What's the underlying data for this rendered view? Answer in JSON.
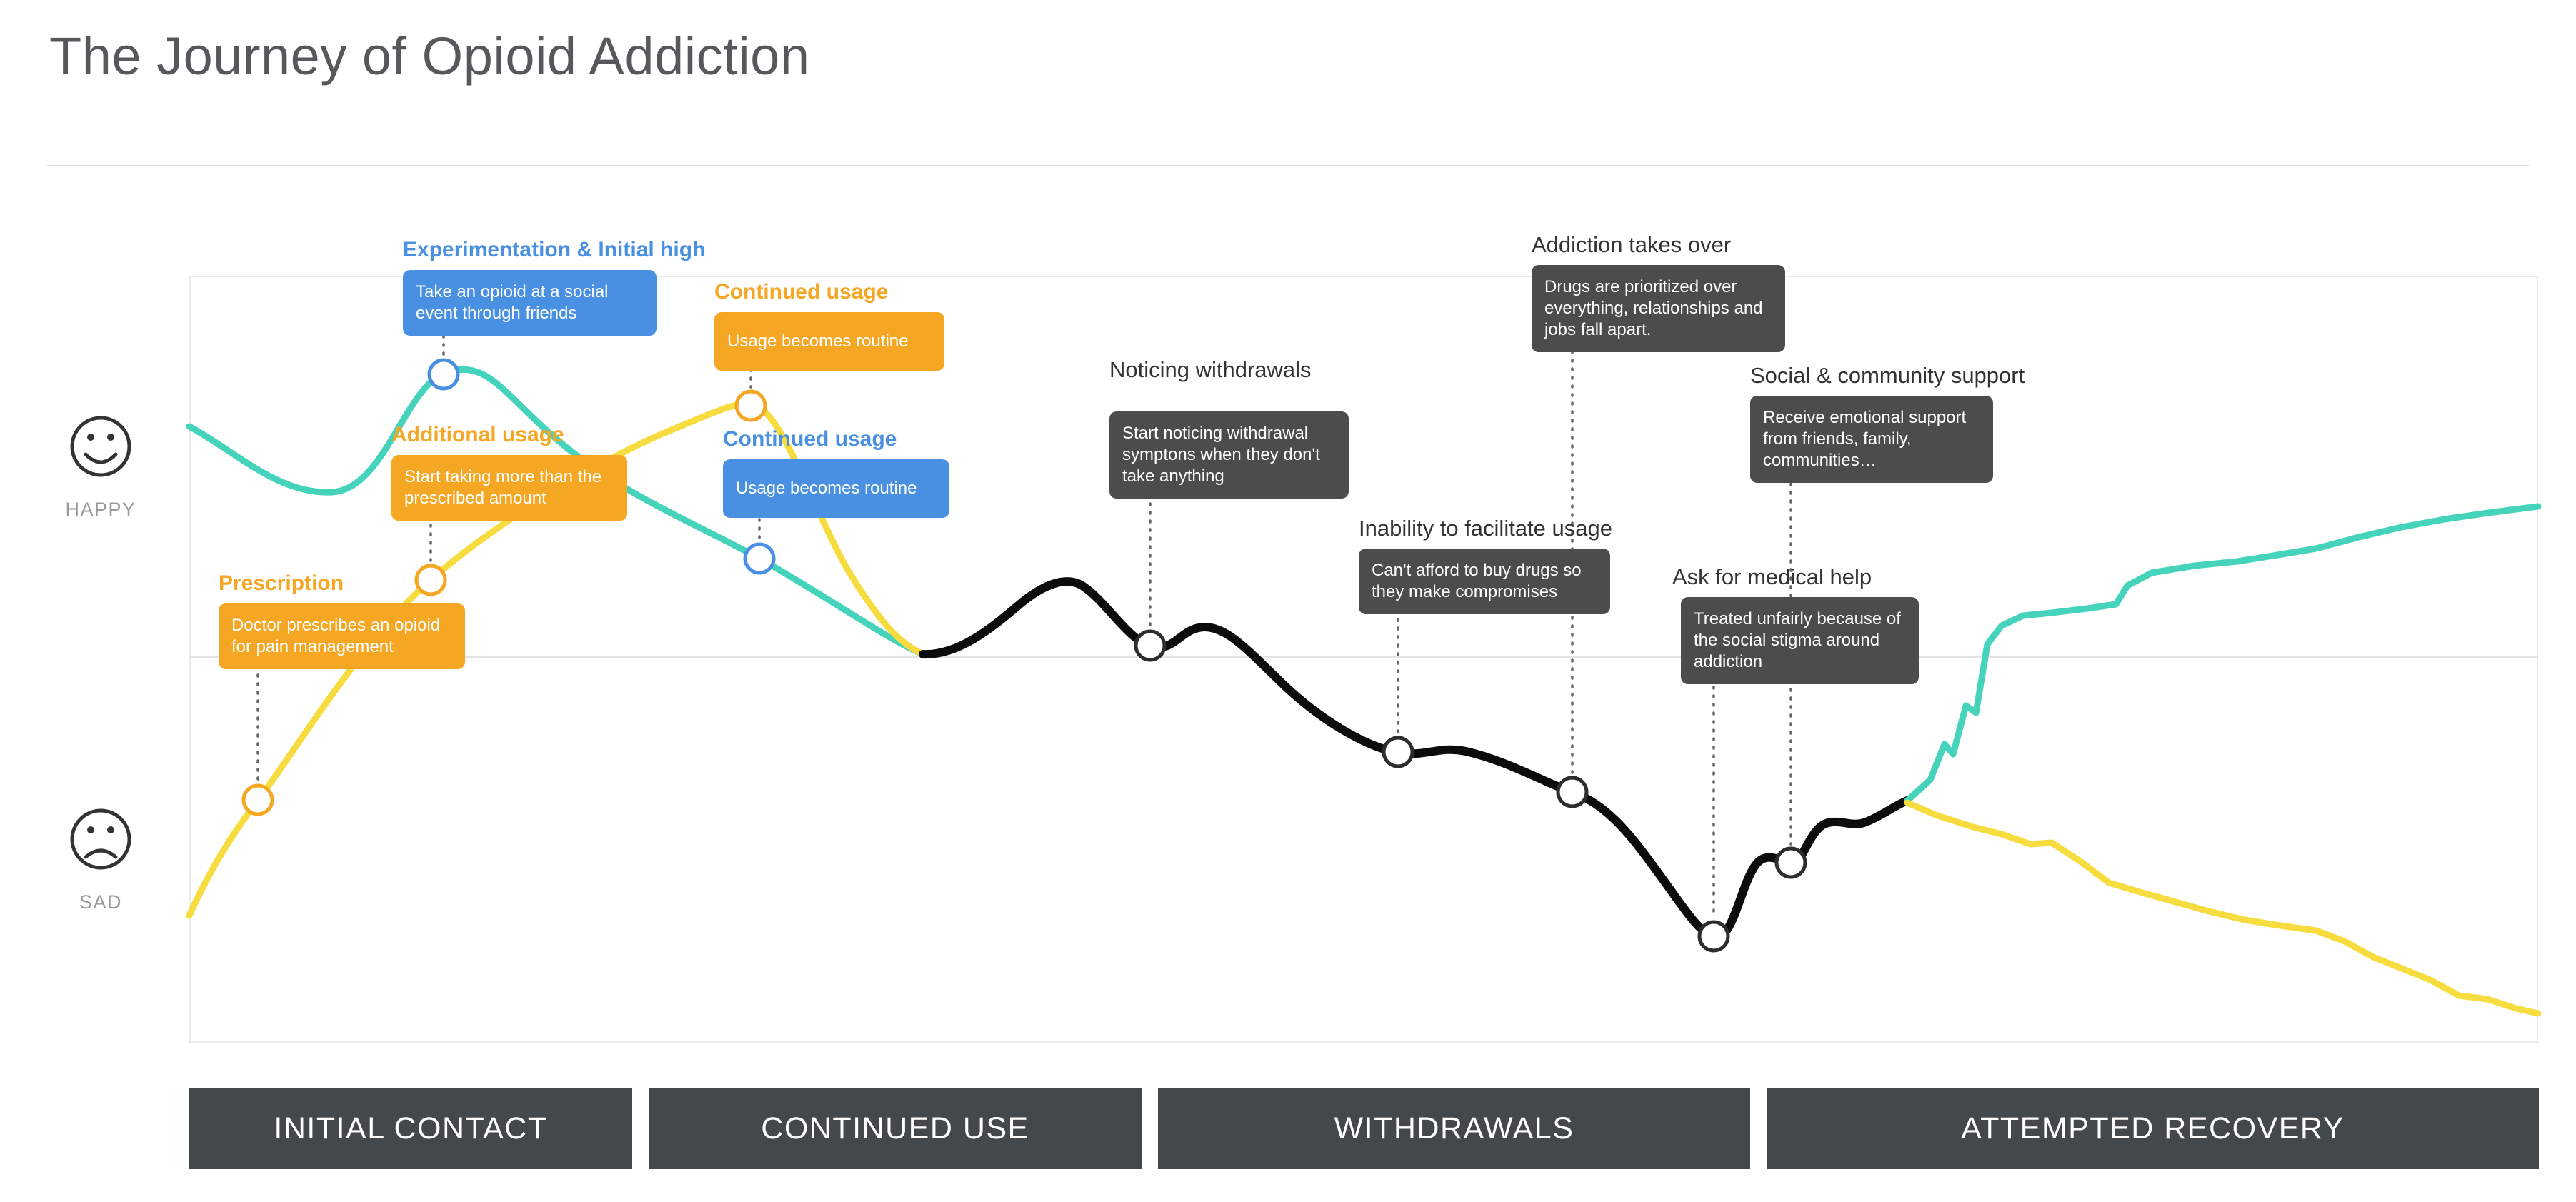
{
  "title": "The Journey of Opioid Addiction",
  "axis": {
    "happy": "HAPPY",
    "sad": "SAD"
  },
  "stages": [
    "INITIAL CONTACT",
    "CONTINUED USE",
    "WITHDRAWALS",
    "ATTEMPTED RECOVERY"
  ],
  "annotations": [
    {
      "title": "Prescription",
      "body": "Doctor prescribes an opioid for pain management",
      "theme": "orange"
    },
    {
      "title": "Additional usage",
      "body": "Start taking more than the prescribed amount",
      "theme": "orange"
    },
    {
      "title": "Experimentation & Initial high",
      "body": "Take an opioid at a social event through friends",
      "theme": "blue"
    },
    {
      "title": "Continued usage",
      "body": "Usage becomes routine",
      "theme": "orange"
    },
    {
      "title": "Continued usage",
      "body": "Usage becomes routine",
      "theme": "blue"
    },
    {
      "title": "Noticing withdrawals",
      "body": "Start noticing withdrawal symptons when they don't take anything",
      "theme": "dark"
    },
    {
      "title": "Inability to facilitate usage",
      "body": "Can't afford to buy drugs so they make compromises",
      "theme": "dark"
    },
    {
      "title": "Addiction takes over",
      "body": "Drugs are prioritized over everything, relationships and jobs fall apart.",
      "theme": "dark"
    },
    {
      "title": "Social & community support",
      "body": "Receive emotional support from friends, family, communities…",
      "theme": "dark"
    },
    {
      "title": "Ask for medical help",
      "body": "Treated unfairly because of the social stigma around addiction",
      "theme": "dark"
    }
  ],
  "colors": {
    "orange": "#F5A623",
    "blue": "#4A90E2",
    "teal": "#45D3BC",
    "yellow": "#F7DC3F",
    "black_line": "#0c0c0c",
    "dark_box": "#4c4c4c",
    "stage_bar": "#43484c"
  }
}
